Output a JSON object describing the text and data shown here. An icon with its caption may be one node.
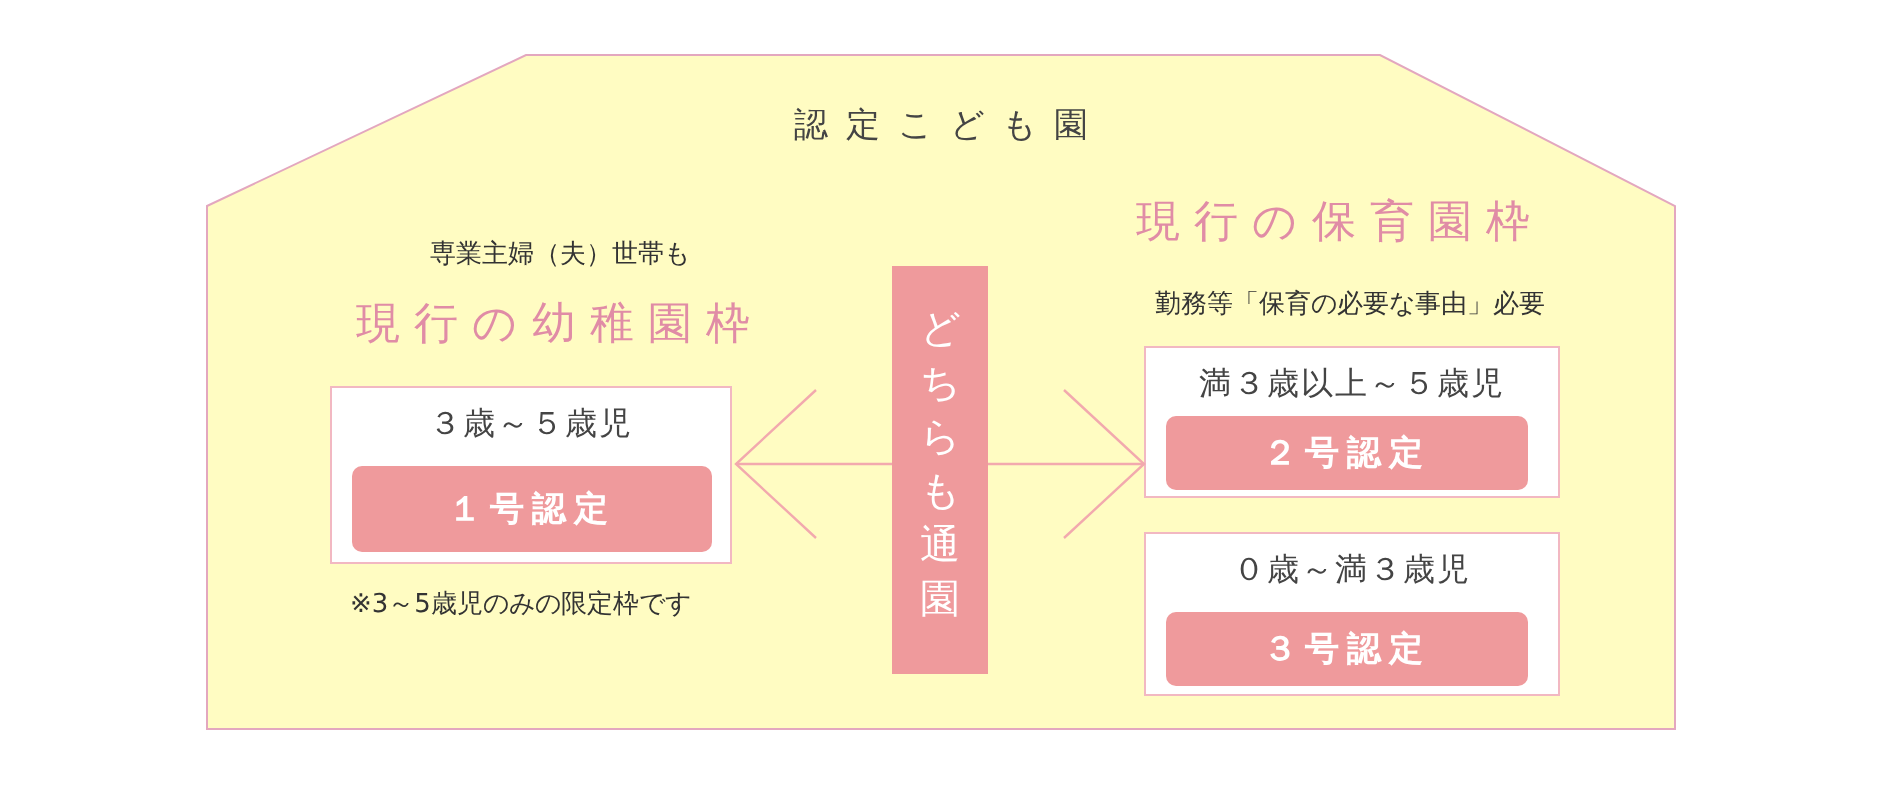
{
  "diagram": {
    "nodes": [
      {
        "text": [
          "認定こども園"
        ]
      },
      {
        "text": [
          "３歳～５歳児"
        ],
        "in": 0
      },
      {
        "text": [
          "１号認定"
        ],
        "in": 1
      },
      {
        "text": [
          "どちらも通園"
        ],
        "in": 0
      },
      {
        "text": [
          "満３歳以上～５歳児"
        ],
        "in": 0
      },
      {
        "text": [
          "２号認定"
        ],
        "in": 4
      },
      {
        "text": [
          "０歳～満３歳児"
        ],
        "in": 0
      },
      {
        "text": [
          "３号認定"
        ],
        "in": 6
      }
    ],
    "edges": [
      {
        "from": 3,
        "to": 1,
        "arrow": "to"
      },
      {
        "from": 3,
        "to": 4,
        "arrow": "to"
      }
    ],
    "labels": [
      "現行の保育園枠",
      "専業主婦（夫）世帯も",
      "勤務等「保育の必要な事由」必要",
      "現行の幼稚園枠",
      "※3～5歳児のみの限定枠です"
    ]
  }
}
